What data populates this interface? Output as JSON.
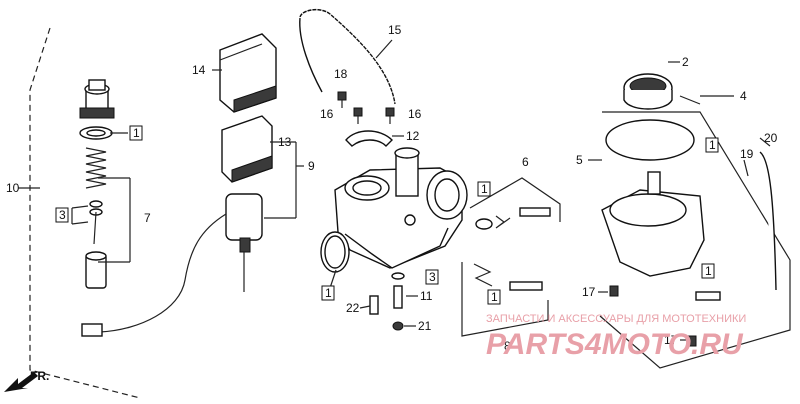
{
  "diagram": {
    "callouts": {
      "c1": "1",
      "c2": "2",
      "c3": "3",
      "c4": "4",
      "c5": "5",
      "c6": "6",
      "c7": "7",
      "c8": "8",
      "c9": "9",
      "c10": "10",
      "c11": "11",
      "c12": "12",
      "c13": "13",
      "c14": "14",
      "c15": "15",
      "c16": "16",
      "c17": "17",
      "c18": "18",
      "c19": "19",
      "c20": "20",
      "c21": "21",
      "c22": "22"
    },
    "direction_arrow": "FR.",
    "watermark": {
      "caption": "ЗАПЧАСТИ И АКСЕССУАРЫ ДЛЯ МОТОТЕХНИКИ",
      "brand": "PARTS4MOTO.RU",
      "color": "#e8a0a8"
    }
  }
}
